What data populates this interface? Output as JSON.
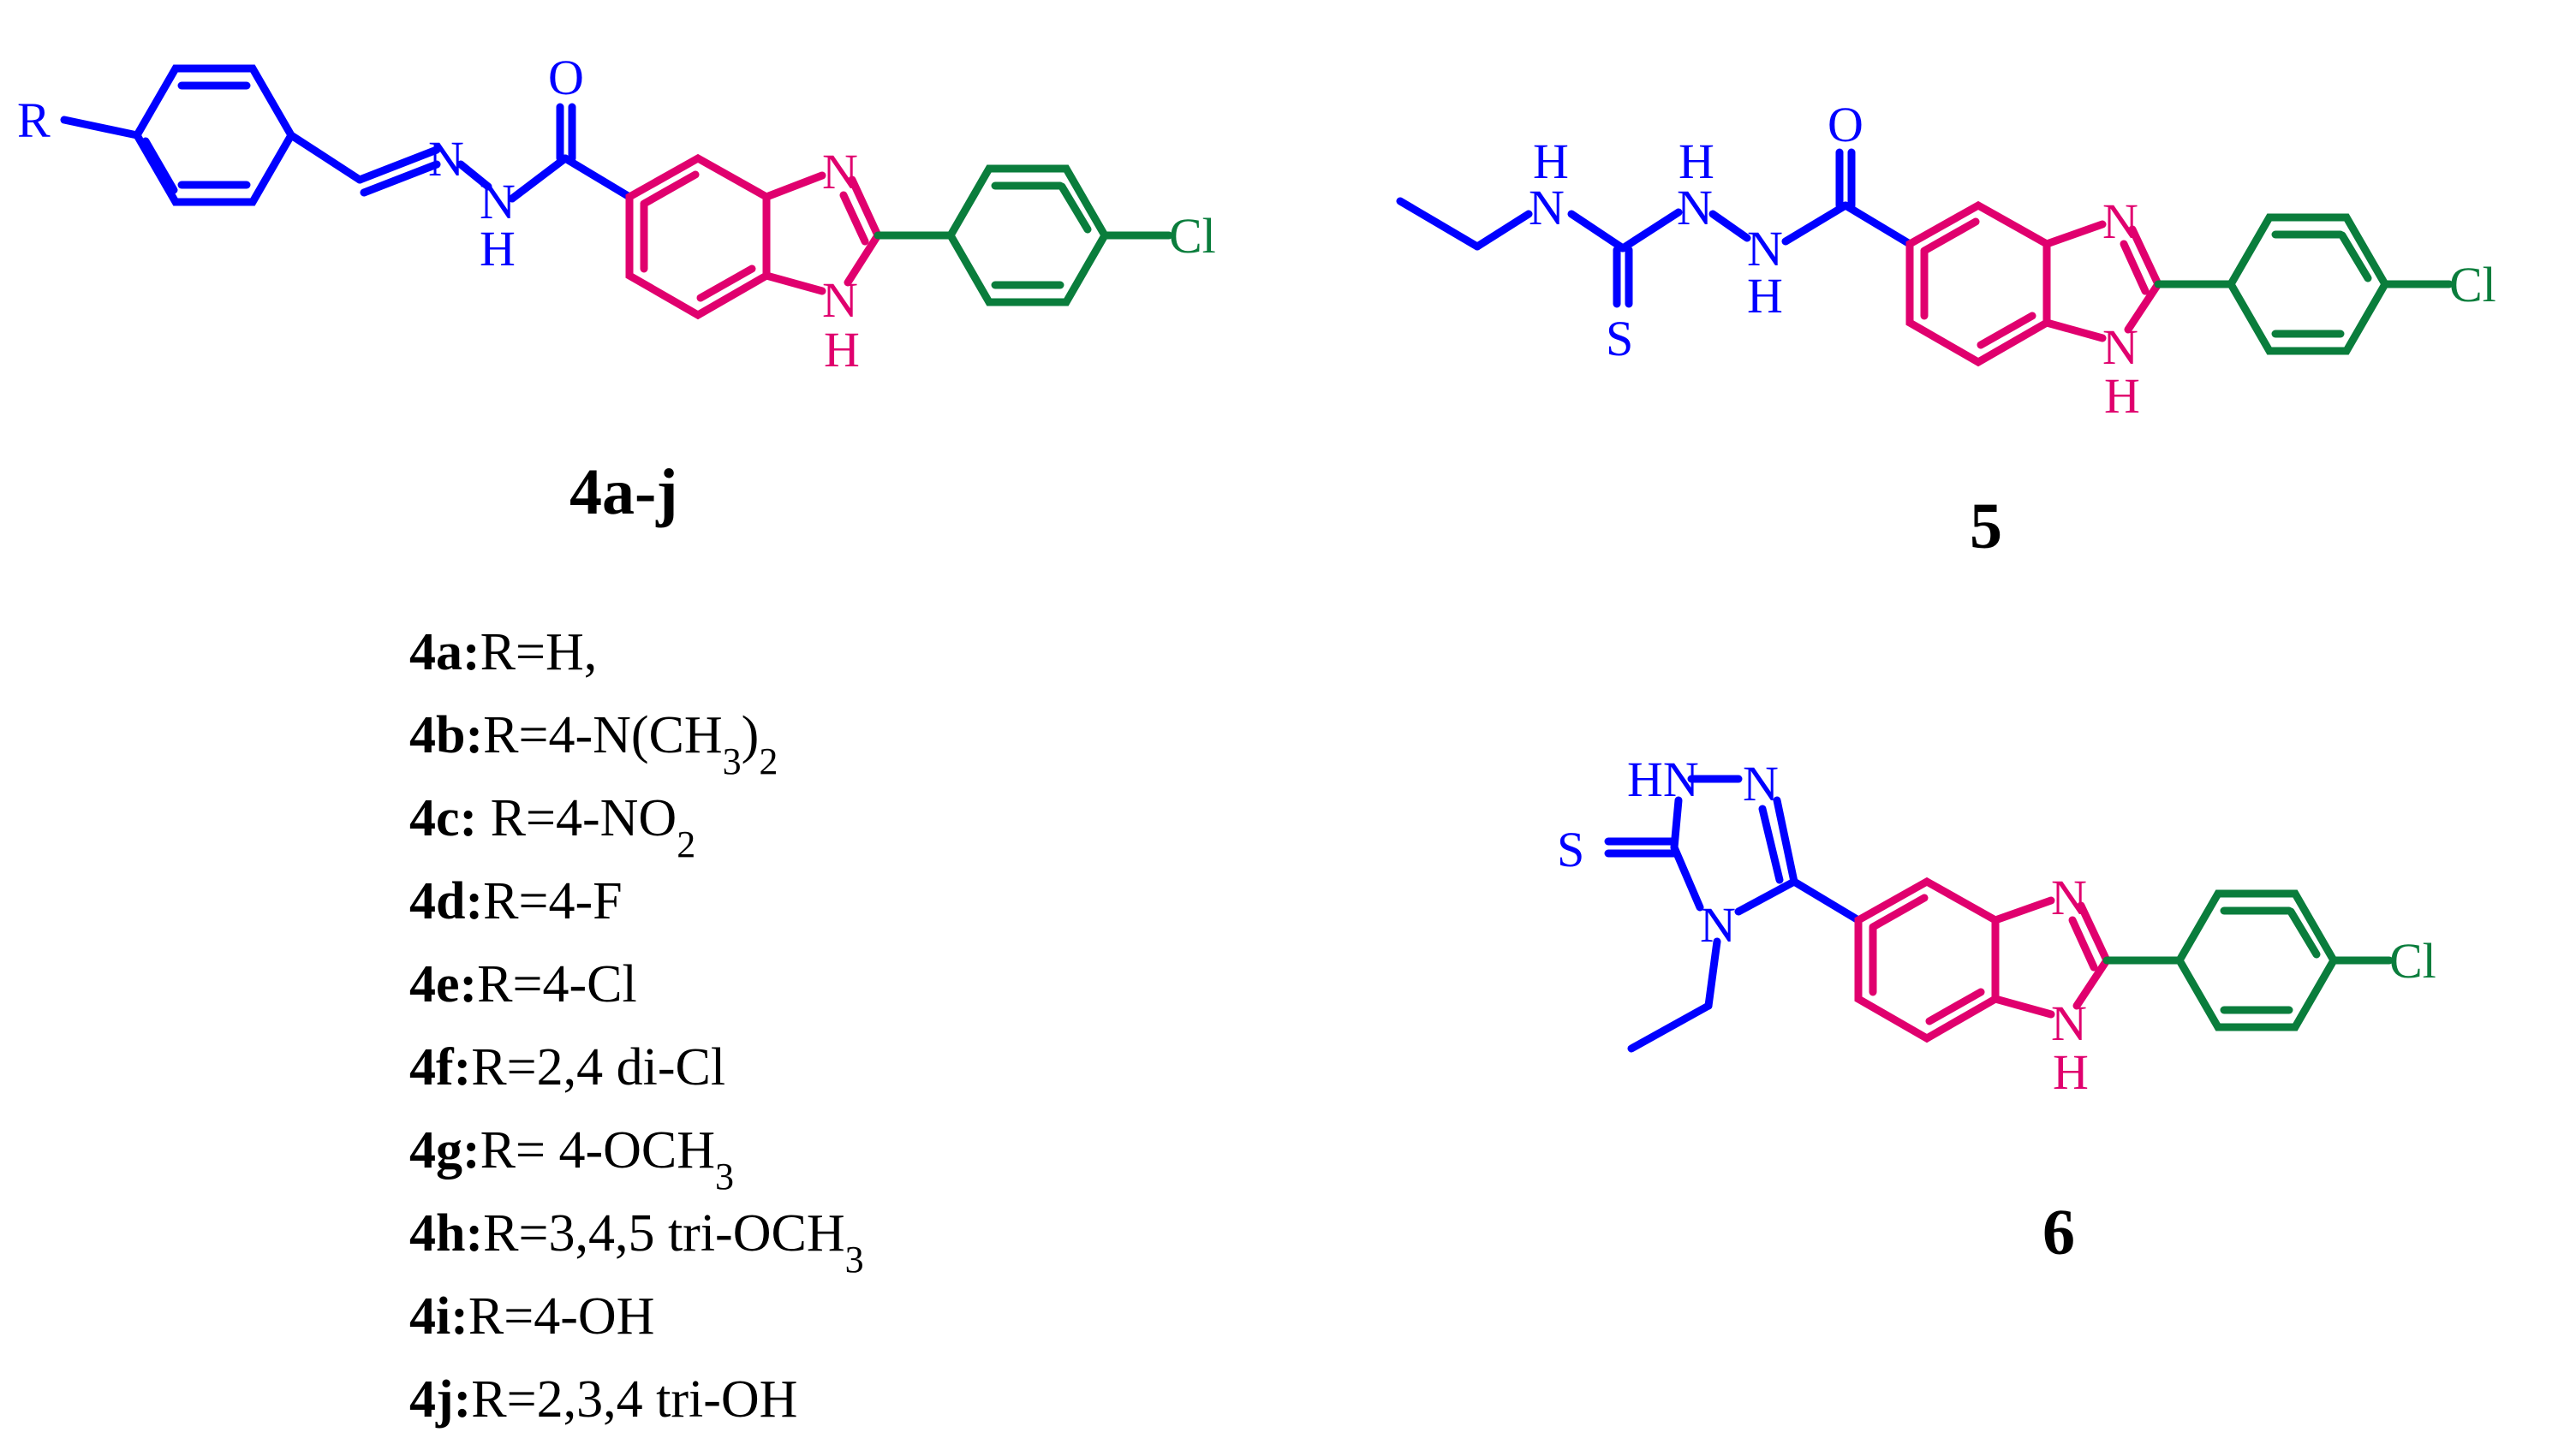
{
  "colors": {
    "linker": "#0000ff",
    "benzimidazole": "#e0006e",
    "chlorophenyl": "#0a7d3c",
    "text": "#000000"
  },
  "atoms": {
    "R": "R",
    "N": "N",
    "H": "H",
    "O": "O",
    "S": "S",
    "Cl": "Cl",
    "HN": "HN"
  },
  "compounds": [
    {
      "label": "4a-j"
    },
    {
      "label": "5"
    },
    {
      "label": "6"
    }
  ],
  "substituents": [
    {
      "code": "4a:",
      "value": "R=H,"
    },
    {
      "code": "4b:",
      "value": "R=4-N(CH",
      "sub1": "3",
      "mid": ")",
      "sub2": "2"
    },
    {
      "code": "4c:",
      "value": " R=4-NO",
      "sub1": "2"
    },
    {
      "code": "4d:",
      "value": "R=4-F"
    },
    {
      "code": "4e:",
      "value": "R=4-Cl"
    },
    {
      "code": "4f:",
      "value": "R=2,4 di-Cl"
    },
    {
      "code": "4g:",
      "value": "R= 4-OCH",
      "sub1": "3"
    },
    {
      "code": "4h:",
      "value": "R=3,4,5 tri-OCH",
      "sub1": "3"
    },
    {
      "code": "4i:",
      "value": "R=4-OH"
    },
    {
      "code": "4j:",
      "value": "R=2,3,4 tri-OH"
    }
  ]
}
